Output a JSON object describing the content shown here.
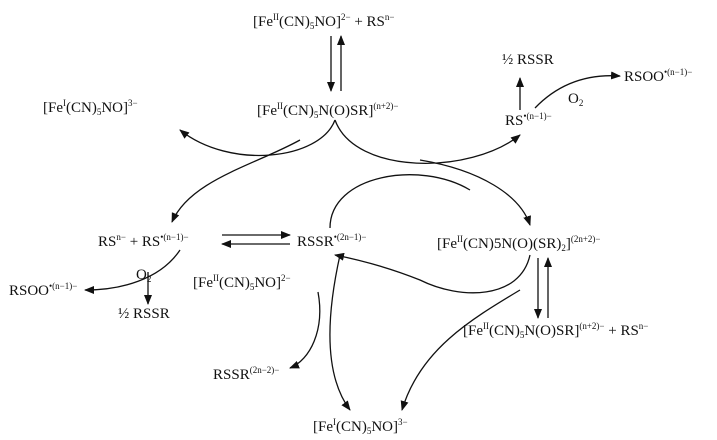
{
  "diagram": {
    "species": {
      "top_reactants": {
        "pre": "[Fe",
        "ox": "II",
        "mid": "(CN)",
        "sub": "5",
        "post": "NO]",
        "chg": "2−",
        "tail": " + RS",
        "tailsup": "n−"
      },
      "nitroprusside_adduct": {
        "pre": "[Fe",
        "ox": "II",
        "mid": "(CN)",
        "sub": "5",
        "post": "N(O)SR]",
        "chg": "(n+2)−"
      },
      "fe1_left": {
        "pre": "[Fe",
        "ox": "I",
        "mid": "(CN)",
        "sub": "5",
        "post": "NO]",
        "chg": "3−"
      },
      "half_rssr_top": {
        "text": "½ RSSR"
      },
      "rsoo_top": {
        "pre": "RSOO",
        "chg": "•(n−1)−"
      },
      "o2_top": {
        "text": "O",
        "sub": "2"
      },
      "rs_radical_right": {
        "pre": "RS",
        "chg": "•(n−1)−"
      },
      "rs_pair_left": {
        "pre": "RS",
        "chg": "n−",
        "mid": " + RS",
        "chg2": "•(n−1)−"
      },
      "rssr_radical": {
        "pre": "RSSR",
        "chg": "•(2n−1)−"
      },
      "bis_adduct": {
        "pre": "[Fe",
        "ox": "II",
        "mid": "(CN)5N(O)(SR)",
        "sub": "2",
        "post": "]",
        "chg": "(2n+2)−"
      },
      "o2_left": {
        "text": "O",
        "sub": "2"
      },
      "rsoo_left": {
        "pre": "RSOO",
        "chg": "•(n−1)−"
      },
      "half_rssr_left": {
        "text": "½ RSSR"
      },
      "fe2_mid": {
        "pre": "[Fe",
        "ox": "II",
        "mid": "(CN)",
        "sub": "5",
        "post": "NO]",
        "chg": "2−"
      },
      "rssr_dianion": {
        "pre": "RSSR",
        "chg": "(2n−2)−"
      },
      "adduct_bottom_right": {
        "pre": "[Fe",
        "ox": "II",
        "mid": "(CN)",
        "sub": "5",
        "post": "N(O)SR]",
        "chg": "(n+2)−",
        "tail": " + RS",
        "tailsup": "n−"
      },
      "fe1_bottom": {
        "pre": "[Fe",
        "ox": "I",
        "mid": "(CN)",
        "sub": "5",
        "post": "NO]",
        "chg": "3−"
      }
    }
  }
}
